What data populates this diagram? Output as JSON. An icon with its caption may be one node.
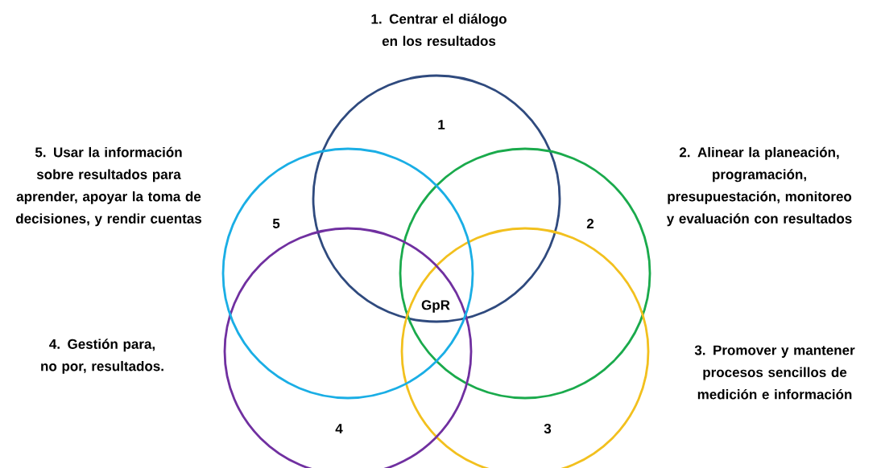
{
  "diagram": {
    "nodes": [
      {
        "text": [
          "1"
        ]
      },
      {
        "text": [
          "2"
        ]
      },
      {
        "text": [
          "3"
        ]
      },
      {
        "text": [
          "4"
        ]
      },
      {
        "text": [
          "5"
        ]
      }
    ],
    "labels": [
      "1. Centrar el diálogo en los resultados",
      "5. Usar la información sobre resultados para aprender, apoyar la toma de decisiones, y rendir cuentas",
      "2. Alinear la planeación, programación, presupuestación, monitoreo y evaluación con resultados",
      "GpR",
      "4. Gestión para, no por, resultados.",
      "3. Promover y mantener procesos sencillos de medición e información"
    ]
  }
}
